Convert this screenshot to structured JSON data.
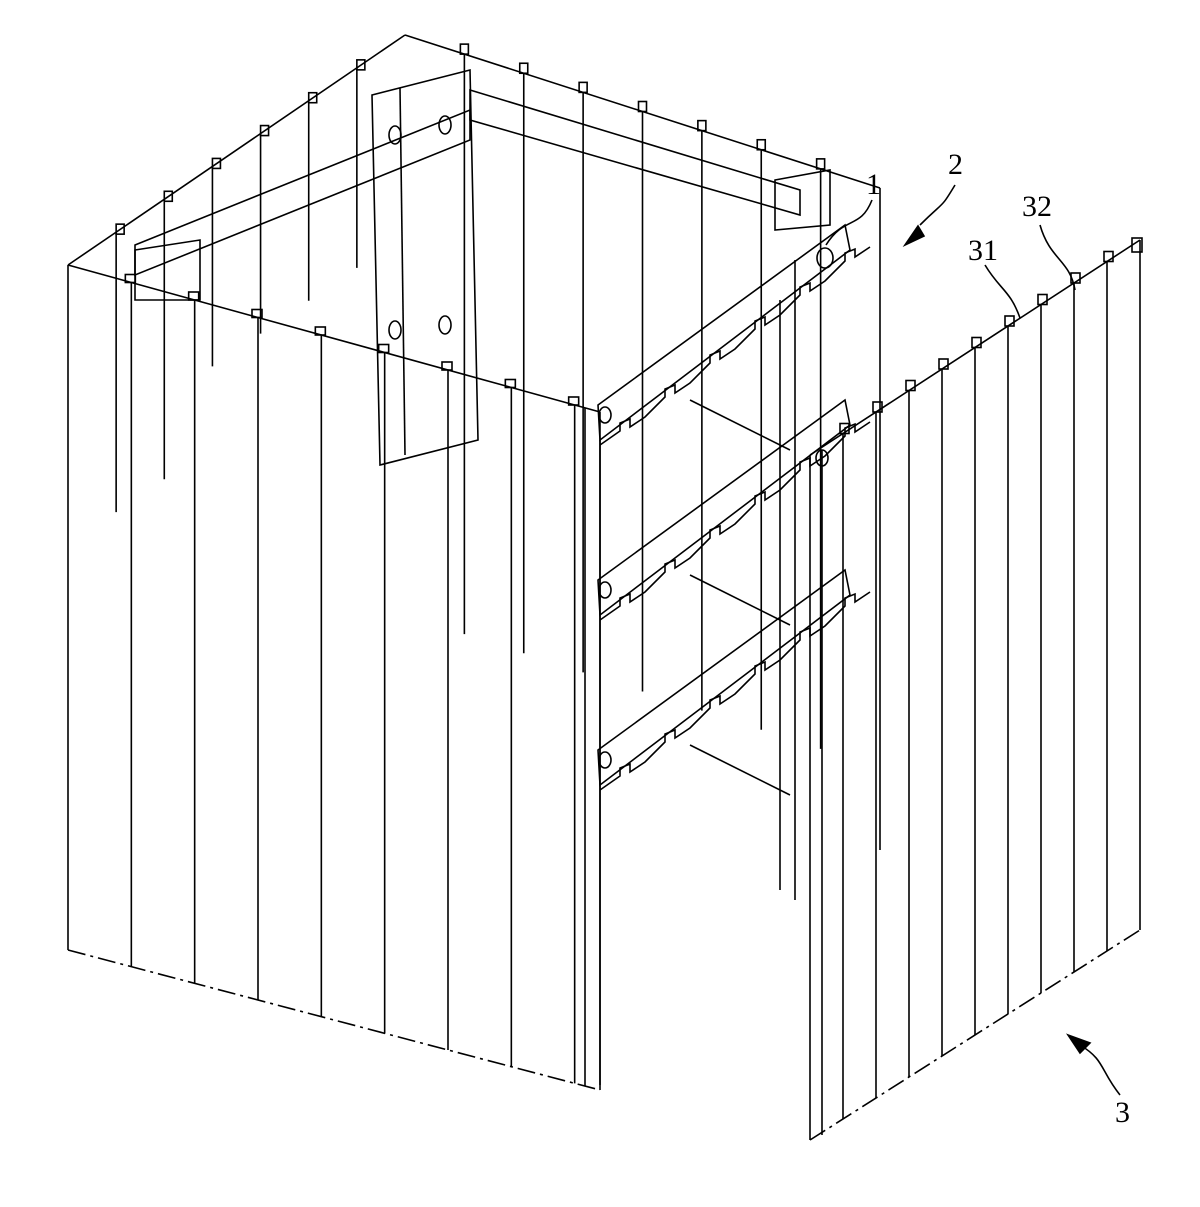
{
  "figure": {
    "labels": {
      "frame": "1",
      "support_assembly": "2",
      "panel_wall": "3",
      "panel_31": "31",
      "panel_32": "32"
    },
    "stroke_color": "#000000",
    "background": "#ffffff"
  }
}
